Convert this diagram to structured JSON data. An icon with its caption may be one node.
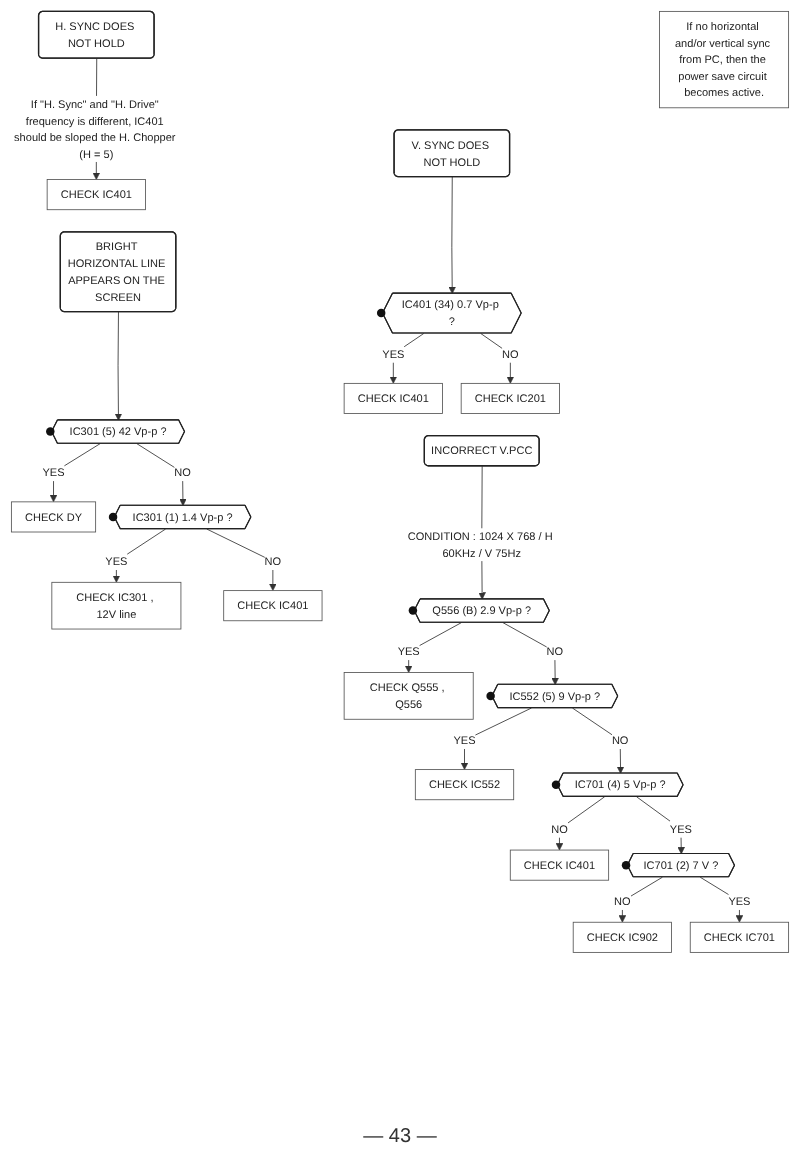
{
  "diagram": {
    "nodes": [
      {
        "text": [
          "If no horizontal and/or vertical sync from PC, then the power save circuit becomes active."
        ]
      },
      {
        "text": [
          "H. SYNC DOES NOT HOLD"
        ]
      },
      {
        "text": [
          "CHECK IC401"
        ]
      },
      {
        "text": [
          "V. SYNC DOES NOT HOLD"
        ]
      },
      {
        "text": [
          "IC401 (34) 0.7 Vp-p ?"
        ]
      },
      {
        "text": [
          "CHECK IC401"
        ]
      },
      {
        "text": [
          "CHECK IC201"
        ]
      },
      {
        "text": [
          "BRIGHT HORIZONTAL LINE APPEARS ON THE SCREEN"
        ]
      },
      {
        "text": [
          "IC301 (5) 42 Vp-p ?"
        ]
      },
      {
        "text": [
          "CHECK DY"
        ]
      },
      {
        "text": [
          "IC301 (1) 1.4 Vp-p ?"
        ]
      },
      {
        "text": [
          "CHECK IC301 , 12V line"
        ]
      },
      {
        "text": [
          "CHECK IC401"
        ]
      },
      {
        "text": [
          "INCORRECT V.PCC"
        ]
      },
      {
        "text": [
          "Q556 (B) 2.9 Vp-p ?"
        ]
      },
      {
        "text": [
          "CHECK Q555 , Q556"
        ]
      },
      {
        "text": [
          "IC552 (5) 9 Vp-p ?"
        ]
      },
      {
        "text": [
          "CHECK IC552"
        ]
      },
      {
        "text": [
          "IC701 (4) 5 Vp-p ?"
        ]
      },
      {
        "text": [
          "CHECK IC401"
        ]
      },
      {
        "text": [
          "IC701 (2) 7 V ?"
        ]
      },
      {
        "text": [
          "CHECK IC902"
        ]
      },
      {
        "text": [
          "CHECK IC701"
        ]
      }
    ],
    "edges": [
      {
        "from": 1,
        "to": 2,
        "arrow": "to",
        "label": "If \"H. Sync\" and \"H. Drive\" frequency is different, IC401 should be sloped the H. Chopper (H = 5)"
      },
      {
        "from": 3,
        "to": 4,
        "arrow": "to"
      },
      {
        "from": 4,
        "to": 5,
        "arrow": "to",
        "label": "YES"
      },
      {
        "from": 4,
        "to": 6,
        "arrow": "to",
        "label": "NO"
      },
      {
        "from": 7,
        "to": 8,
        "arrow": "to"
      },
      {
        "from": 8,
        "to": 9,
        "arrow": "to",
        "label": "YES"
      },
      {
        "from": 8,
        "to": 10,
        "arrow": "to",
        "label": "NO"
      },
      {
        "from": 10,
        "to": 11,
        "arrow": "to",
        "label": "YES"
      },
      {
        "from": 10,
        "to": 12,
        "arrow": "to",
        "label": "NO"
      },
      {
        "from": 13,
        "to": 14,
        "arrow": "to",
        "label": "CONDITION : 1024 X 768 / H 60KHz / V 75Hz"
      },
      {
        "from": 14,
        "to": 15,
        "arrow": "to",
        "label": "YES"
      },
      {
        "from": 14,
        "to": 16,
        "arrow": "to",
        "label": "NO"
      },
      {
        "from": 16,
        "to": 17,
        "arrow": "to",
        "label": "YES"
      },
      {
        "from": 16,
        "to": 18,
        "arrow": "to",
        "label": "NO"
      },
      {
        "from": 18,
        "to": 19,
        "arrow": "to",
        "label": "NO"
      },
      {
        "from": 18,
        "to": 20,
        "arrow": "to",
        "label": "YES"
      },
      {
        "from": 20,
        "to": 21,
        "arrow": "to",
        "label": "NO"
      },
      {
        "from": 20,
        "to": 22,
        "arrow": "to",
        "label": "YES"
      }
    ],
    "labels": [
      "— 43 —"
    ]
  }
}
